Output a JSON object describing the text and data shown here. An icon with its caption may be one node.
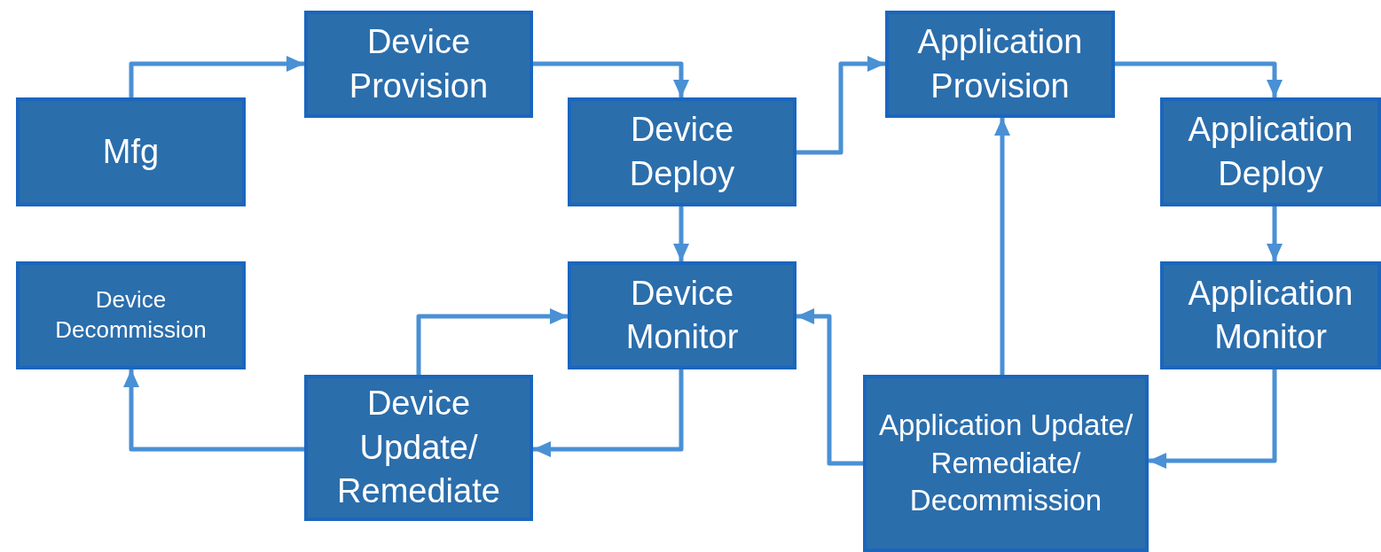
{
  "diagram": {
    "nodes": [
      {
        "text": [
          "Mfg"
        ]
      },
      {
        "text": [
          "Device Provision"
        ]
      },
      {
        "text": [
          "Device Deploy"
        ]
      },
      {
        "text": [
          "Application Provision"
        ]
      },
      {
        "text": [
          "Application Deploy"
        ]
      },
      {
        "text": [
          "Device Decommission"
        ]
      },
      {
        "text": [
          "Device Monitor"
        ]
      },
      {
        "text": [
          "Application Monitor"
        ]
      },
      {
        "text": [
          "Device Update/ Remediate"
        ]
      },
      {
        "text": [
          "Application Update/ Remediate/ Decommission"
        ]
      }
    ],
    "edges": [
      {
        "from": 0,
        "to": 1,
        "arrow": "to"
      },
      {
        "from": 1,
        "to": 2,
        "arrow": "to"
      },
      {
        "from": 2,
        "to": 3,
        "arrow": "to"
      },
      {
        "from": 3,
        "to": 4,
        "arrow": "to"
      },
      {
        "from": 4,
        "to": 7,
        "arrow": "to"
      },
      {
        "from": 2,
        "to": 6,
        "arrow": "to"
      },
      {
        "from": 7,
        "to": 9,
        "arrow": "to"
      },
      {
        "from": 9,
        "to": 3,
        "arrow": "to"
      },
      {
        "from": 9,
        "to": 6,
        "arrow": "to"
      },
      {
        "from": 6,
        "to": 8,
        "arrow": "to"
      },
      {
        "from": 8,
        "to": 6,
        "arrow": "to"
      },
      {
        "from": 8,
        "to": 5,
        "arrow": "to"
      }
    ]
  }
}
